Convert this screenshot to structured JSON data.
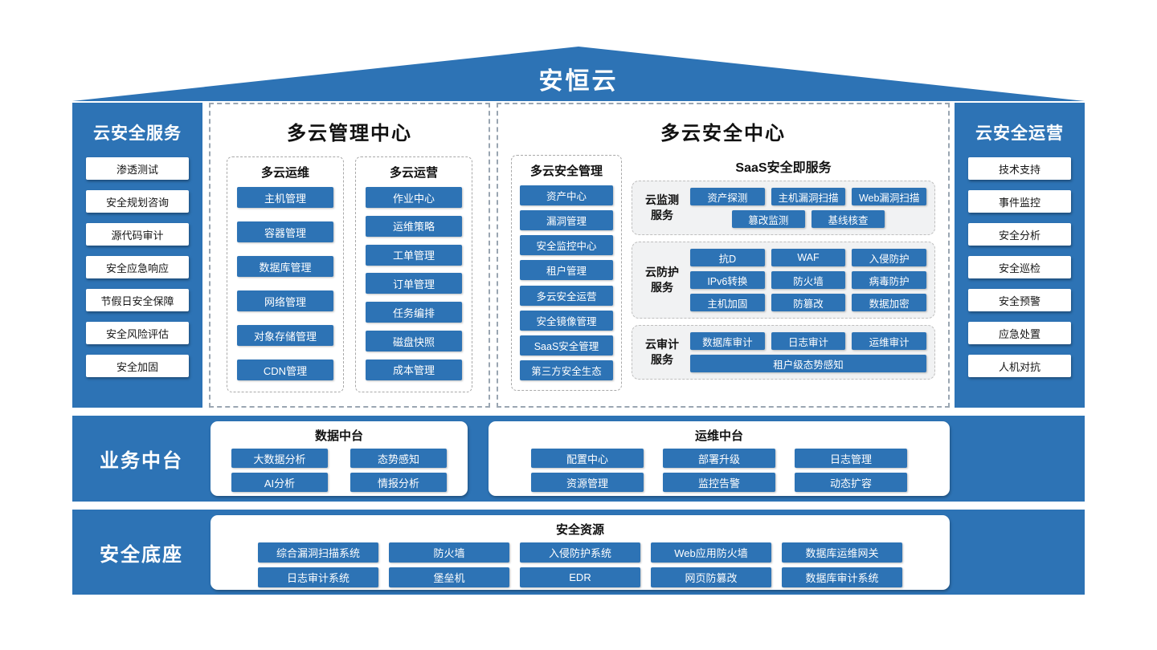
{
  "title": "安恒云",
  "colors": {
    "primary_blue": "#2d73b5",
    "group_gray": "#f1f2f3"
  },
  "left_sidebar": {
    "title": "云安全服务",
    "items": [
      "渗透测试",
      "安全规划咨询",
      "源代码审计",
      "安全应急响应",
      "节假日安全保障",
      "安全风险评估",
      "安全加固"
    ]
  },
  "right_sidebar": {
    "title": "云安全运营",
    "items": [
      "技术支持",
      "事件监控",
      "安全分析",
      "安全巡检",
      "安全预警",
      "应急处置",
      "人机对抗"
    ]
  },
  "mgmt_center": {
    "title": "多云管理中心",
    "columns": [
      {
        "title": "多云运维",
        "items": [
          "主机管理",
          "容器管理",
          "数据库管理",
          "网络管理",
          "对象存储管理",
          "CDN管理"
        ]
      },
      {
        "title": "多云运营",
        "items": [
          "作业中心",
          "运维策略",
          "工单管理",
          "订单管理",
          "任务编排",
          "磁盘快照",
          "成本管理"
        ]
      }
    ]
  },
  "security_center": {
    "title": "多云安全中心",
    "mgmt": {
      "title": "多云安全管理",
      "items": [
        "资产中心",
        "漏洞管理",
        "安全监控中心",
        "租户管理",
        "多云安全运营",
        "安全镜像管理",
        "SaaS安全管理",
        "第三方安全生态"
      ]
    },
    "saas": {
      "title": "SaaS安全即服务",
      "groups": [
        {
          "label": "云监测服务",
          "rows": [
            [
              "资产探测",
              "主机漏洞扫描",
              "Web漏洞扫描"
            ],
            [
              "篡改监测",
              "基线核查"
            ]
          ]
        },
        {
          "label": "云防护服务",
          "rows": [
            [
              "抗D",
              "WAF",
              "入侵防护"
            ],
            [
              "IPv6转换",
              "防火墙",
              "病毒防护"
            ],
            [
              "主机加固",
              "防篡改",
              "数据加密"
            ]
          ]
        },
        {
          "label": "云审计服务",
          "rows": [
            [
              "数据库审计",
              "日志审计",
              "运维审计"
            ],
            [
              "租户级态势感知"
            ]
          ]
        }
      ]
    }
  },
  "business_platform": {
    "title": "业务中台",
    "panels": [
      {
        "title": "数据中台",
        "rows": [
          [
            "大数据分析",
            "态势感知"
          ],
          [
            "AI分析",
            "情报分析"
          ]
        ]
      },
      {
        "title": "运维中台",
        "rows": [
          [
            "配置中心",
            "部署升级",
            "日志管理"
          ],
          [
            "资源管理",
            "监控告警",
            "动态扩容"
          ]
        ]
      }
    ]
  },
  "security_base": {
    "title": "安全底座",
    "panel": {
      "title": "安全资源",
      "rows": [
        [
          "综合漏洞扫描系统",
          "防火墙",
          "入侵防护系统",
          "Web应用防火墙",
          "数据库运维网关"
        ],
        [
          "日志审计系统",
          "堡垒机",
          "EDR",
          "网页防篡改",
          "数据库审计系统"
        ]
      ]
    }
  }
}
